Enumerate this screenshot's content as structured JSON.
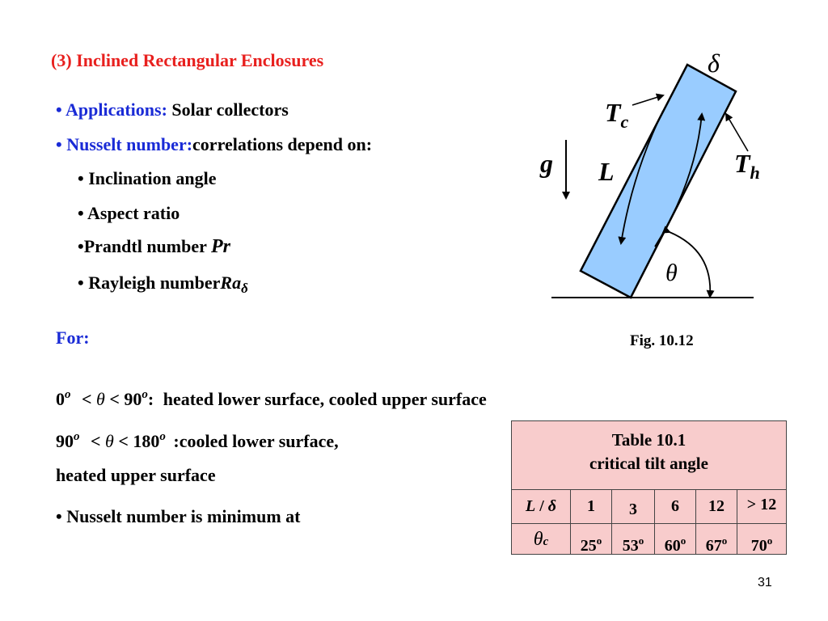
{
  "title": "(3) Inclined Rectangular Enclosures",
  "bullets": {
    "b1_label": "Applications:",
    "b1_text": "Solar collectors",
    "b2_label": "Nusselt number:",
    "b2_text": "correlations depend on:",
    "sub1": "Inclination angle",
    "sub2": "Aspect ratio",
    "sub3": "Prandtl number",
    "sub3_sym": "Pr",
    "sub4": "Rayleigh number",
    "sub4_sym": "Ra",
    "sub4_subscript": "δ",
    "bullet_char": "•"
  },
  "for_label": "For:",
  "cond1": {
    "low": "0",
    "deg": "o",
    "lt": "<",
    "theta": "θ",
    "high": "90",
    "colon": ":",
    "text": "heated lower surface, cooled upper surface"
  },
  "cond2": {
    "low": "90",
    "deg": "o",
    "lt": "<",
    "theta": "θ",
    "high": "180",
    "colon": ":",
    "text": "cooled lower surface,",
    "text2": "heated upper surface"
  },
  "nusselt_min": "Nusselt number is minimum at",
  "figure": {
    "caption": "Fig. 10.12",
    "delta": "δ",
    "tc_main": "T",
    "tc_sub": "c",
    "th_main": "T",
    "th_sub": "h",
    "g": "g",
    "L": "L",
    "theta": "θ",
    "fill_color": "#99ccff"
  },
  "table": {
    "title1": "Table  10.1",
    "title2": "critical tilt angle",
    "row1_label_L": "L",
    "row1_label_slash": " / ",
    "row1_label_delta": "δ",
    "row2_label_theta": "θ",
    "row2_label_sub": "c",
    "ratios": [
      "1",
      "3",
      "6",
      "12",
      "> 12"
    ],
    "angles": [
      "25",
      "53",
      "60",
      "67",
      "70"
    ],
    "deg": "o",
    "bg_color": "#f8cccc"
  },
  "page_number": "31"
}
